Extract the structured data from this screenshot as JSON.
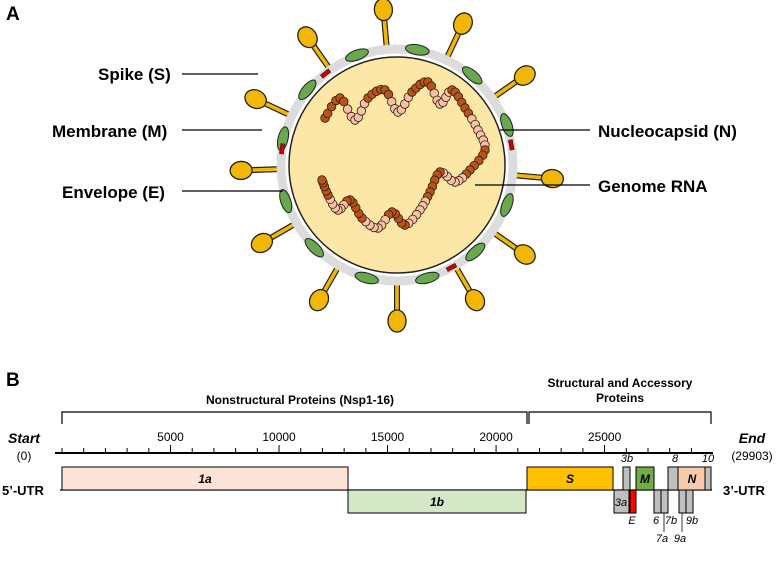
{
  "panel_a": {
    "label": "A",
    "labels": {
      "spike": "Spike (S)",
      "membrane": "Membrane (M)",
      "envelope": "Envelope (E)",
      "nucleocapsid": "Nucleocapsid (N)",
      "genome": "Genome RNA"
    }
  },
  "panel_b": {
    "label": "B",
    "nonstructural_label": "Nonstructural Proteins (Nsp1-16)",
    "structural_label_line1": "Structural and Accessory",
    "structural_label_line2": "Proteins",
    "start_label": "Start",
    "start_value": "(0)",
    "end_label": "End",
    "end_value": "(29903)",
    "ticks": [
      "5000",
      "10000",
      "15000",
      "20000",
      "25000"
    ],
    "utr5": "5’-UTR",
    "utr3": "3’-UTR",
    "genes": {
      "g1a": "1a",
      "g1b": "1b",
      "S": "S",
      "g3a": "3a",
      "g3b": "3b",
      "E": "E",
      "M": "M",
      "g6": "6",
      "g7a": "7a",
      "g7b": "7b",
      "g8": "8",
      "N": "N",
      "g9a": "9a",
      "g9b": "9b",
      "g10": "10"
    }
  },
  "colors": {
    "virion_fill": "#fde7a6",
    "envelope_ring": "#dcdcdc",
    "spike": "#f2b705",
    "membrane": "#6aa84f",
    "envelope": "#cc0000",
    "rna_dark": "#b5541c",
    "rna_light": "#f5c3a5",
    "gene_1a": "#fbe3d6",
    "gene_1b": "#d4e8c7",
    "gene_S": "#ffc000",
    "gene_M": "#70ad47",
    "gene_N": "#f8cbad",
    "gene_acc": "#bfbfbf",
    "gene_E": "#ff0000"
  }
}
